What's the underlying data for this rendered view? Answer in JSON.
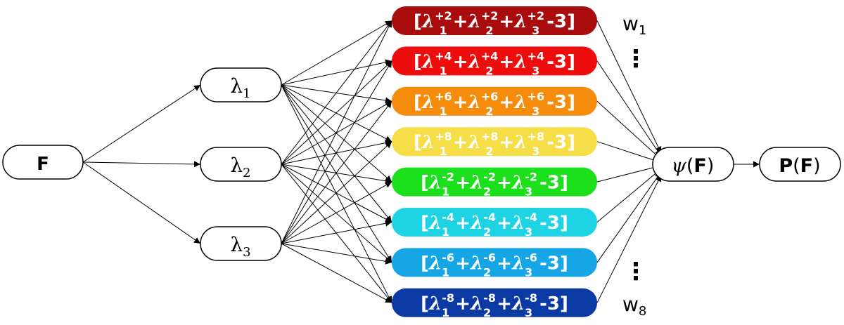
{
  "input": {
    "label": "F"
  },
  "lambdas": [
    {
      "symbol": "λ",
      "sub": "1"
    },
    {
      "symbol": "λ",
      "sub": "2"
    },
    {
      "symbol": "λ",
      "sub": "3"
    }
  ],
  "terms": [
    {
      "exp": "+2",
      "color": "#a80c0c"
    },
    {
      "exp": "+4",
      "color": "#ee0d0d"
    },
    {
      "exp": "+6",
      "color": "#f58c0c"
    },
    {
      "exp": "+8",
      "color": "#f5de47"
    },
    {
      "exp": "-2",
      "color": "#1ce01c"
    },
    {
      "exp": "-4",
      "color": "#1ed4e4"
    },
    {
      "exp": "-6",
      "color": "#16a6e6"
    },
    {
      "exp": "-8",
      "color": "#0c3aa4"
    }
  ],
  "term_parts": {
    "open": "[",
    "lam": "λ",
    "plus": "+",
    "tail": "-3]"
  },
  "weights": {
    "first": {
      "w": "w",
      "sub": "1"
    },
    "last": {
      "w": "w",
      "sub": "8"
    },
    "dots": "⋮"
  },
  "psi": {
    "symbol": "ψ",
    "open": "(",
    "arg": "F",
    "close": ")"
  },
  "output": {
    "prefix": "P",
    "open": "(",
    "arg": "F",
    "close": ")"
  }
}
